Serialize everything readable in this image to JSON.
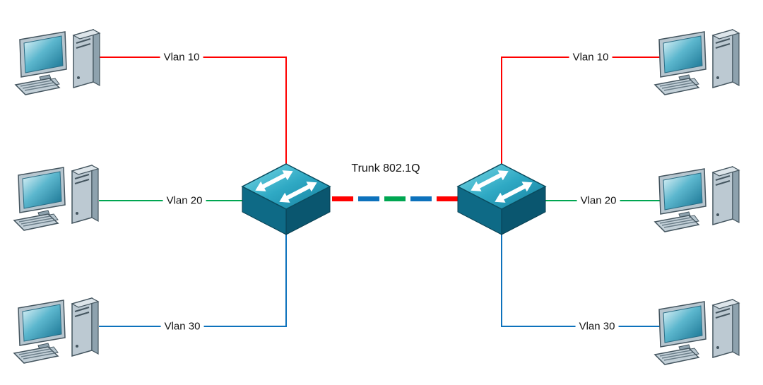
{
  "diagram": {
    "type": "vlan-trunk-network-topology",
    "trunk": {
      "label": "Trunk 802.1Q",
      "segment_colors": [
        "#ff0000",
        "#0d72bc",
        "#00a651",
        "#0d72bc",
        "#ff0000"
      ]
    },
    "colors": {
      "vlan10": "#ff0000",
      "vlan20": "#00a651",
      "vlan30": "#0d72bc"
    },
    "left_site": {
      "device": "switch",
      "links": [
        {
          "label": "Vlan 10"
        },
        {
          "label": "Vlan 20"
        },
        {
          "label": "Vlan 30"
        }
      ]
    },
    "right_site": {
      "device": "switch",
      "links": [
        {
          "label": "Vlan 10"
        },
        {
          "label": "Vlan 20"
        },
        {
          "label": "Vlan 30"
        }
      ]
    },
    "icons": {
      "computer": "computer-icon",
      "switch": "switch-icon"
    }
  }
}
